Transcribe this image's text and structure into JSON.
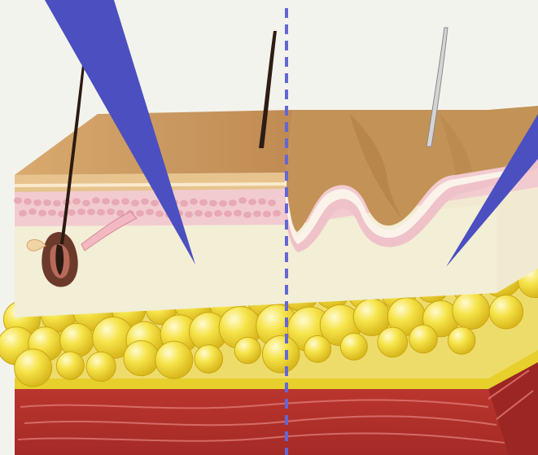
{
  "diagram": {
    "subject": "skin-cross-section-comparison",
    "layers": [
      "epidermis",
      "dermis-upper",
      "dermis",
      "subcutaneous-fat",
      "muscle"
    ],
    "panels": [
      "left-young-skin",
      "right-aged-skin"
    ],
    "colors": {
      "background": "#f3f3ee",
      "epidermis_top": "#cc9a60",
      "epidermis_side": "#e4c089",
      "pink_layer": "#f0c8cc",
      "dermis": "#f3ecd2",
      "fat": "#f3dc2a",
      "muscle": "#b8322c",
      "pointer": "#4b4fc0",
      "divider": "#6b6fd6",
      "hair_dark": "#2b1a12",
      "hair_grey": "#d9d9d9"
    },
    "icons": [
      "pointer-wedge-left",
      "pointer-wedge-right",
      "hair-follicle",
      "dashed-divider"
    ]
  }
}
